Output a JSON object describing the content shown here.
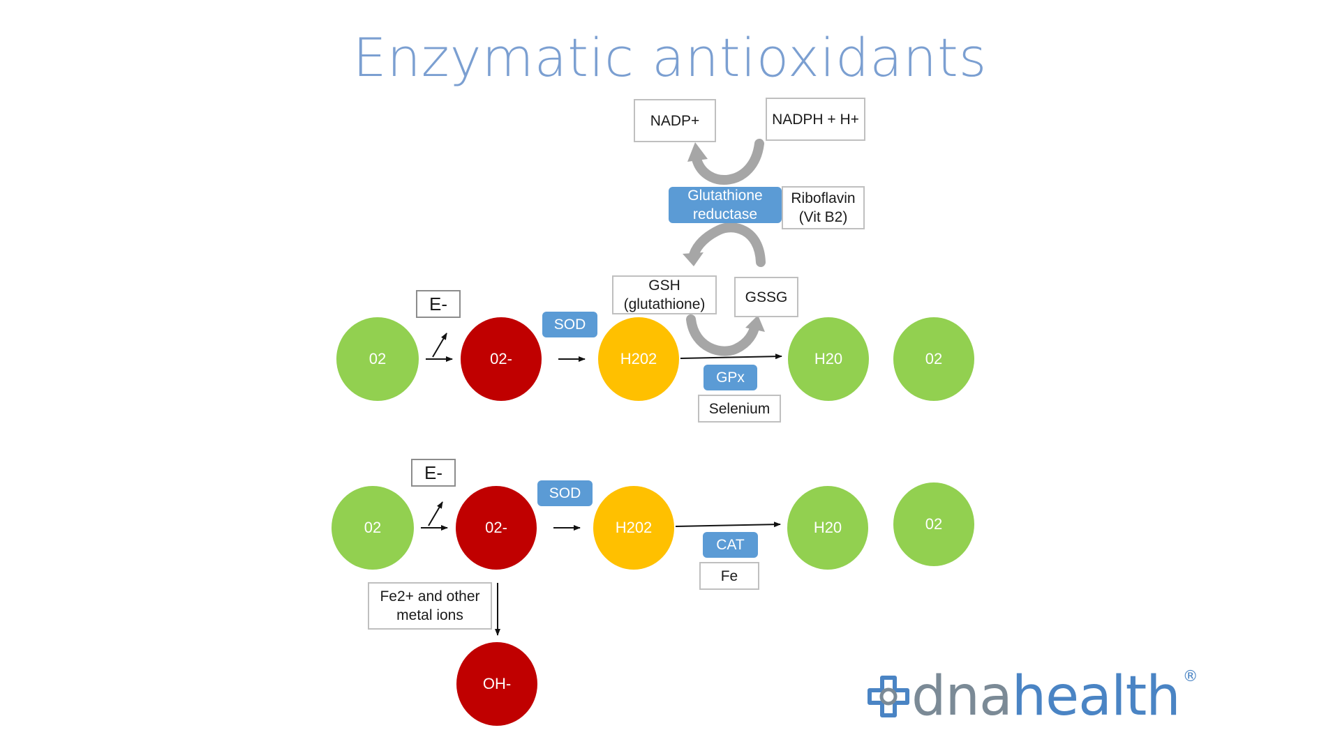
{
  "title": "Enzymatic antioxidants",
  "colors": {
    "oxygen_green": "#92d050",
    "radical_red": "#c00000",
    "peroxide_yellow": "#ffc000",
    "enzyme_blue": "#5b9bd5",
    "title_blue": "#7b9fd1"
  },
  "pathway_top": {
    "o2_start": "02",
    "electron": "E-",
    "superoxide": "02-",
    "sod": "SOD",
    "peroxide": "H202",
    "water": "H20",
    "o2_end": "02",
    "gpx": "GPx",
    "selenium": "Selenium",
    "gsh": "GSH\n(glutathione)",
    "gssg": "GSSG",
    "glutathione_reductase": "Glutathione\nreductase",
    "riboflavin": "Riboflavin\n(Vit B2)",
    "nadp": "NADP+",
    "nadph": "NADPH + H+"
  },
  "pathway_bottom": {
    "o2_start": "02",
    "electron": "E-",
    "superoxide": "02-",
    "sod": "SOD",
    "peroxide": "H202",
    "water": "H20",
    "o2_end": "02",
    "cat": "CAT",
    "fe": "Fe",
    "metal_ions": "Fe2+ and other\nmetal ions",
    "hydroxyl": "OH-"
  },
  "logo": {
    "brand_part1": "dna",
    "brand_part2": "health",
    "registered": "®",
    "icon": "medical-cross-icon"
  }
}
